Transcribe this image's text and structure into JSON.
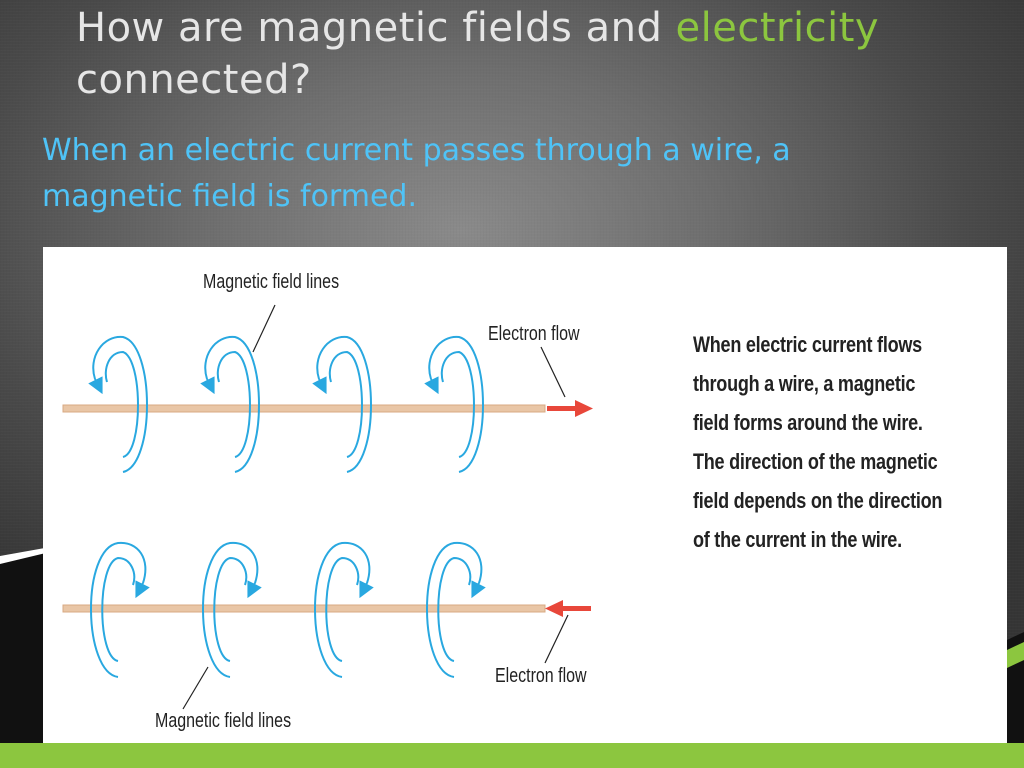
{
  "slide": {
    "title_part1": "How are magnetic fields and ",
    "title_accent": "electricity",
    "title_part2": "connected?",
    "subtitle_line1": "When an electric current passes through a wire, a",
    "subtitle_line2": "magnetic field is formed."
  },
  "figure": {
    "label_top_field_lines": "Magnetic field lines",
    "label_top_electron_flow": "Electron flow",
    "label_bottom_electron_flow": "Electron flow",
    "label_bottom_field_lines": "Magnetic field lines",
    "caption": "When electric current flows through a wire, a magnetic field forms around the wire. The direction of the magnetic field depends on the direction of the current in the wire."
  },
  "colors": {
    "title": "#e6e6e6",
    "accent": "#8cc63f",
    "subtitle": "#4fc3f7",
    "field_lines": "#29a8e0",
    "wire": "#e9c6a6",
    "arrow": "#e8473a"
  }
}
